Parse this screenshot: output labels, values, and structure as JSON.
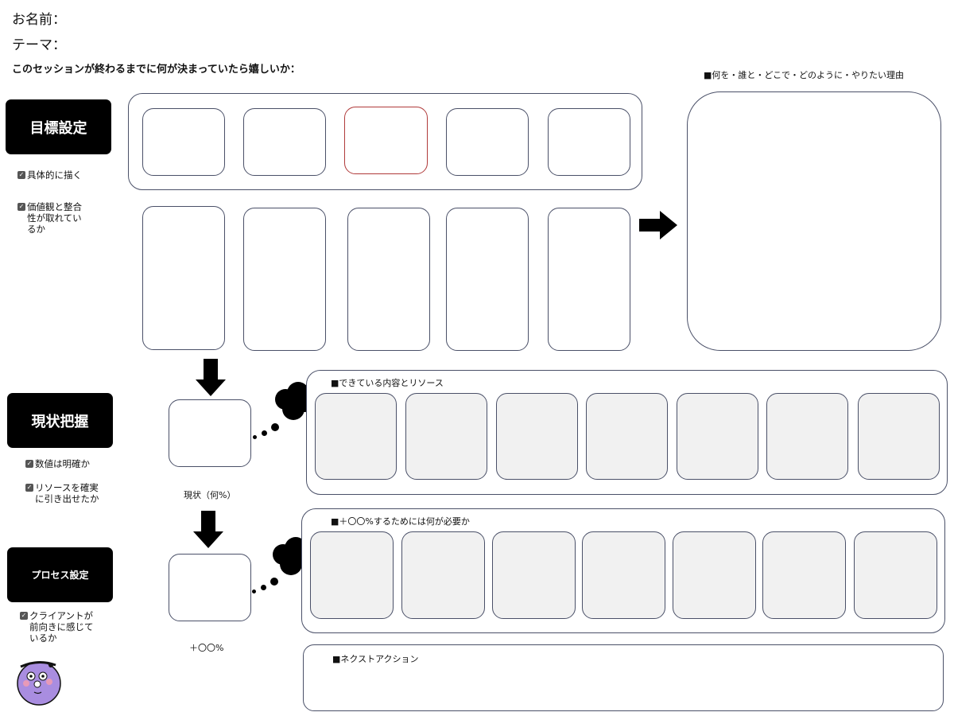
{
  "header": {
    "name_label": "お名前：",
    "theme_label": "テーマ：",
    "session_question": "このセッションが終わるまでに何が決まっていたら嬉しいか："
  },
  "goal": {
    "label": "目標設定",
    "checks": [
      "具体的に描く",
      "価値観と整合\n性が取れてい\nるか"
    ],
    "reason_title": "■何を・誰と・どこで・どのように・やりたい理由"
  },
  "current": {
    "label": "現状把握",
    "checks": [
      "数値は明確か",
      "リソースを確実\nに引き出せたか"
    ],
    "status_caption": "現状（何%）",
    "resources_title": "■できている内容とリソース"
  },
  "process": {
    "label": "プロセス設定",
    "checks": [
      "クライアントが\n前向きに感じて\nいるか"
    ],
    "target_caption": "＋〇〇%",
    "needs_title": "■＋〇〇%するためには何が必要か",
    "next_action_title": "■ネクストアクション"
  },
  "colors": {
    "label_bg": "#000000",
    "card_border": "#4a5068",
    "grey_fill": "#f1f1f1",
    "highlight_border": "#b03a3a",
    "mascot": "#a98de0"
  }
}
